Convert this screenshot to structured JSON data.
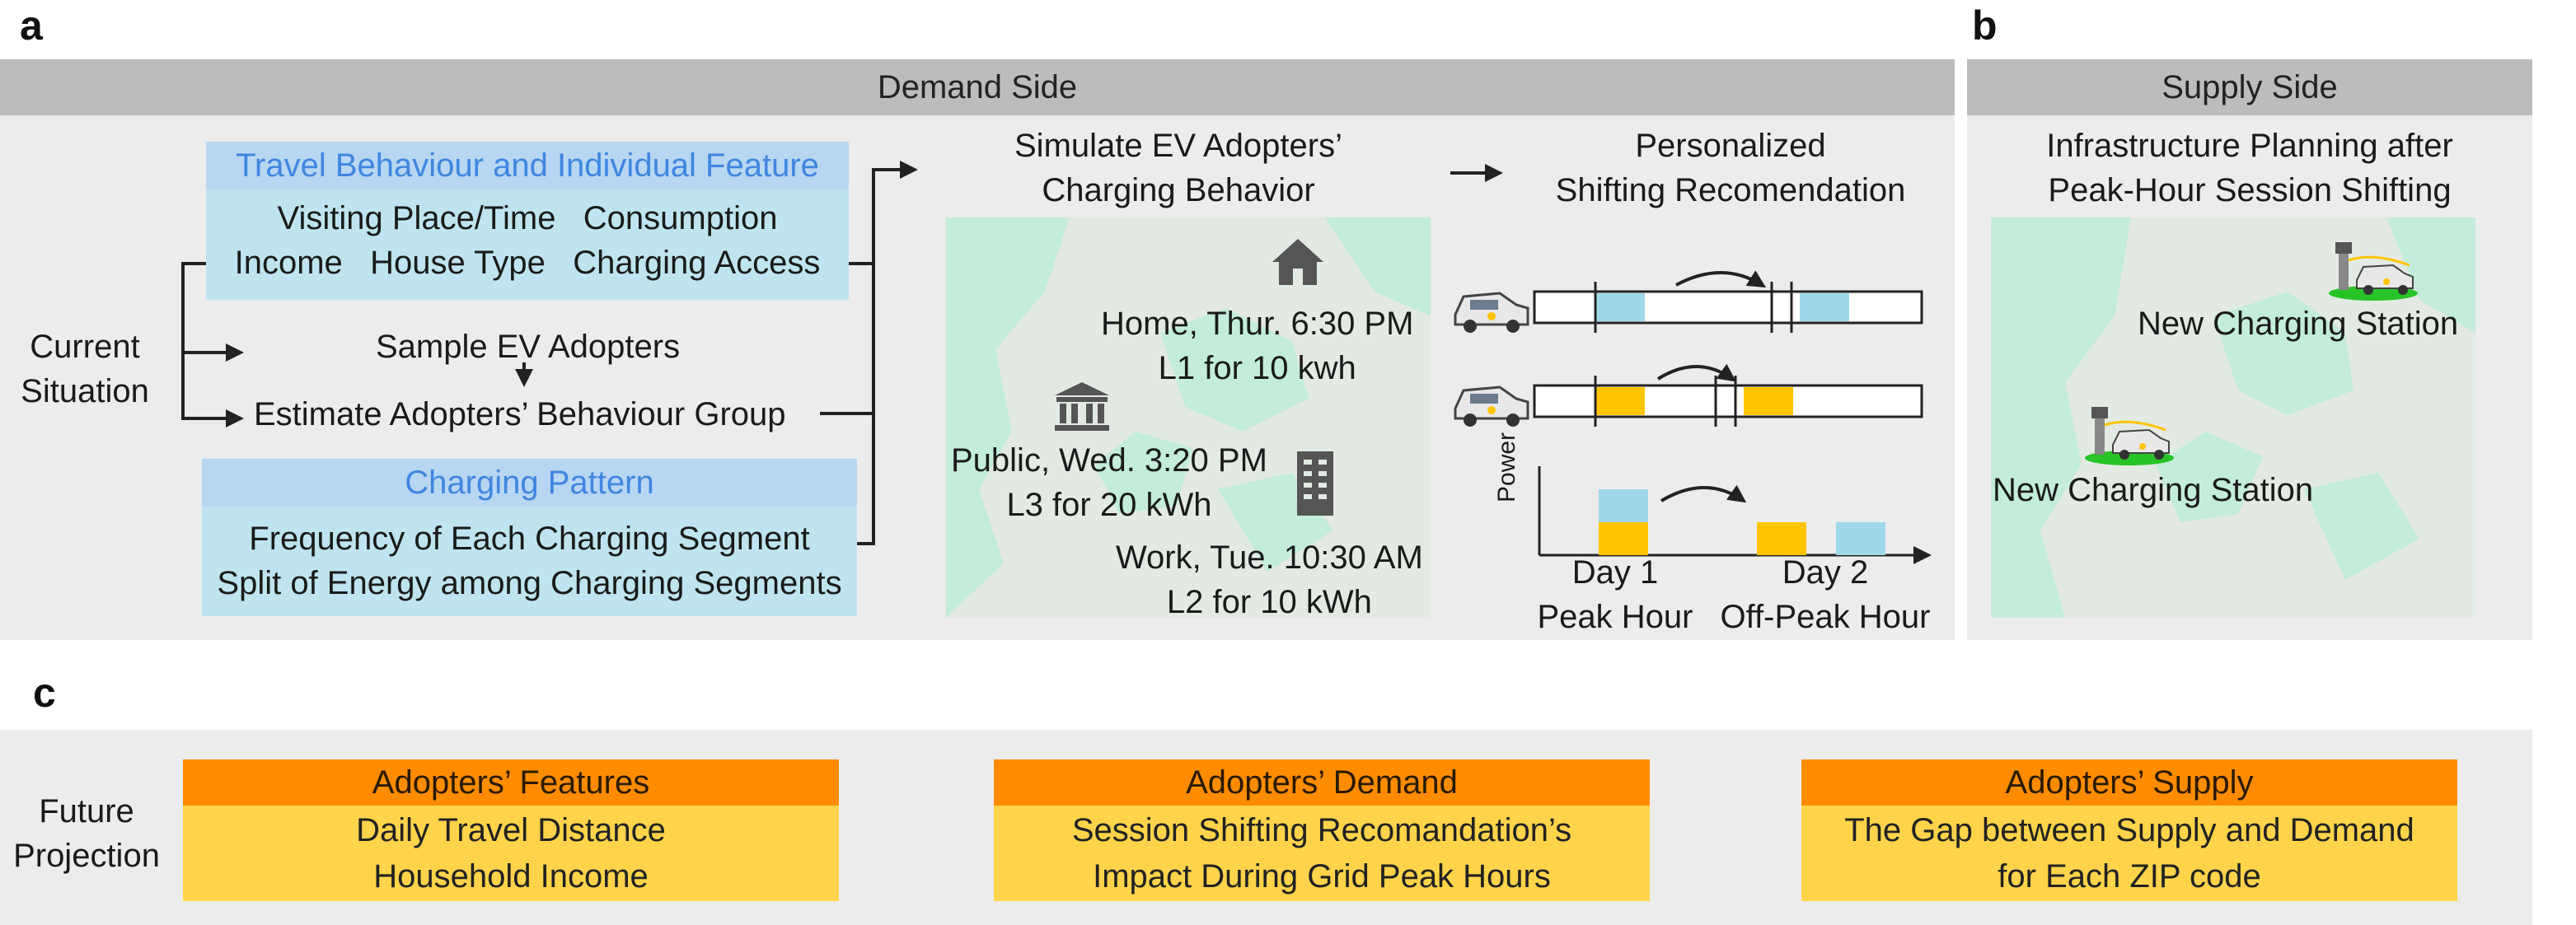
{
  "panels": {
    "a": "a",
    "b": "b",
    "c": "c"
  },
  "demand_side": {
    "title": "Demand Side",
    "current_situation": [
      "Current",
      "Situation"
    ],
    "travel_box": {
      "header": "Travel Behaviour and Individual Feature",
      "row1": "Visiting Place/Time   Consumption",
      "row2": "Income   House Type   Charging Access"
    },
    "sample": "Sample EV Adopters",
    "estimate": "Estimate Adopters’ Behaviour Group",
    "charging_box": {
      "header": "Charging Pattern",
      "row1": "Frequency of Each Charging Segment",
      "row2": "Split of Energy among Charging Segments"
    },
    "simulate_title": [
      "Simulate EV Adopters’",
      "Charging Behavior"
    ],
    "map_labels": {
      "home": [
        "Home, Thur. 6:30 PM",
        "L1 for 10 kwh"
      ],
      "public": [
        "Public, Wed. 3:20 PM",
        "L3 for 20 kWh"
      ],
      "work": [
        "Work, Tue. 10:30 AM",
        "L2 for 10 kWh"
      ]
    },
    "shift_title": [
      "Personalized",
      "Shifting Recomendation"
    ],
    "bar_chart": {
      "ylabel": "Power",
      "day1": [
        "Day 1",
        "Peak Hour"
      ],
      "day2": [
        "Day 2",
        "Off-Peak Hour"
      ]
    }
  },
  "supply_side": {
    "title": "Supply Side",
    "subtitle": [
      "Infrastructure Planning after",
      "Peak-Hour Session Shifting"
    ],
    "station1": "New Charging Station",
    "station2": "New Charging Station"
  },
  "future": {
    "label": [
      "Future",
      "Projection"
    ],
    "boxes": [
      {
        "header": "Adopters’ Features",
        "lines": [
          "Daily Travel Distance",
          "Household Income"
        ]
      },
      {
        "header": "Adopters’ Demand",
        "lines": [
          "Session Shifting Recomandation’s",
          "Impact During Grid Peak Hours"
        ]
      },
      {
        "header": "Adopters’ Supply",
        "lines": [
          "The Gap between Supply and Demand",
          "for Each ZIP code"
        ]
      }
    ]
  },
  "colors": {
    "blue_segment": "#9fd8ea",
    "yellow_segment": "#ffc400",
    "header_blue_text": "#3f86e0",
    "orange": "#ff8c00"
  }
}
